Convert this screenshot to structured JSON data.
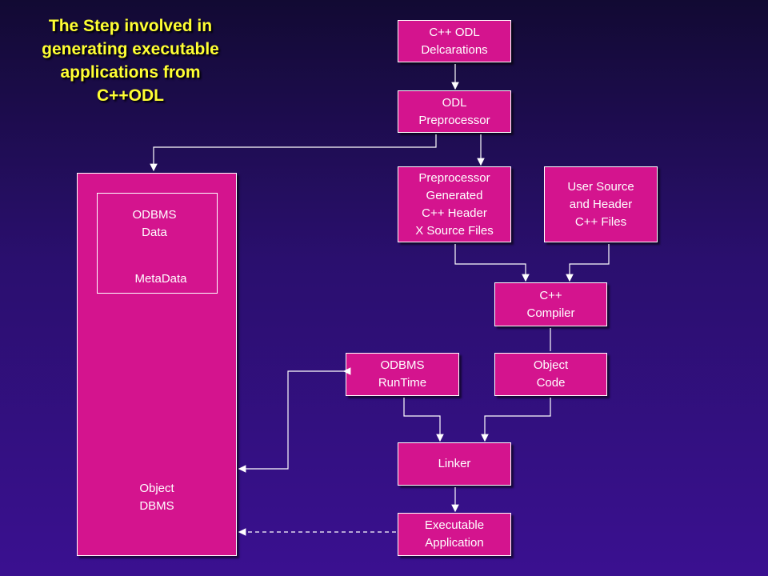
{
  "title": "The Step involved in\ngenerating executable\napplications from\nC++ODL",
  "boxes": {
    "cpp_odl": "C++ ODL\nDelcarations",
    "odl_pre": "ODL\nPreprocessor",
    "pre_gen": "Preprocessor\nGenerated\nC++ Header\nX Source Files",
    "user_src": "User Source\nand Header\nC++ Files",
    "compiler": "C++\nCompiler",
    "runtime": "ODBMS\nRunTime",
    "objcode": "Object\nCode",
    "linker": "Linker",
    "exec": "Executable\nApplication"
  },
  "odbms": {
    "data": "ODBMS\nData",
    "meta": "MetaData",
    "object_dbms": "Object\nDBMS"
  }
}
